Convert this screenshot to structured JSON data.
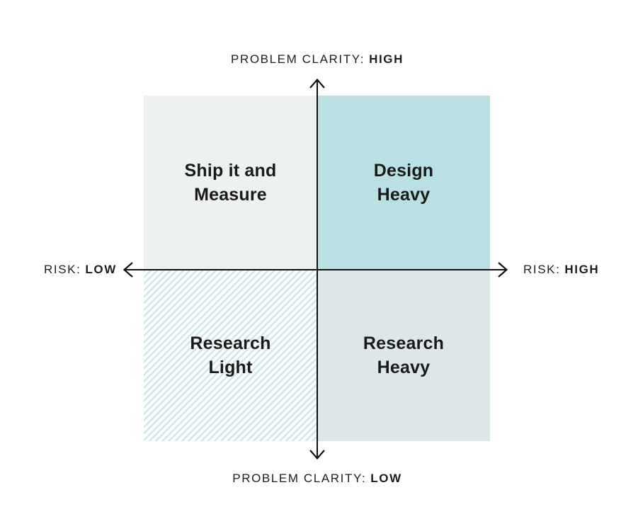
{
  "diagram": {
    "axis_labels": {
      "top": {
        "prefix": "PROBLEM CLARITY:",
        "value": "HIGH"
      },
      "bottom": {
        "prefix": "PROBLEM CLARITY:",
        "value": "LOW"
      },
      "left": {
        "prefix": "RISK:",
        "value": "LOW"
      },
      "right": {
        "prefix": "RISK:",
        "value": "HIGH"
      }
    },
    "quadrants": {
      "top_left": {
        "line1": "Ship it and",
        "line2": "Measure"
      },
      "top_right": {
        "line1": "Design",
        "line2": "Heavy"
      },
      "bottom_left": {
        "line1": "Research",
        "line2": "Light"
      },
      "bottom_right": {
        "line1": "Research",
        "line2": "Heavy"
      }
    },
    "colors": {
      "top_left_bg": "#edf2ee",
      "top_right_bg": "#b9e0e2",
      "bottom_right_bg": "#dce7e9",
      "hatch_stripe": "#cde8ea",
      "hatch_bg": "#ffffff",
      "axis": "#111111",
      "label_text": "#1d1d1d",
      "quadrant_text": "#1a1a1a"
    }
  }
}
